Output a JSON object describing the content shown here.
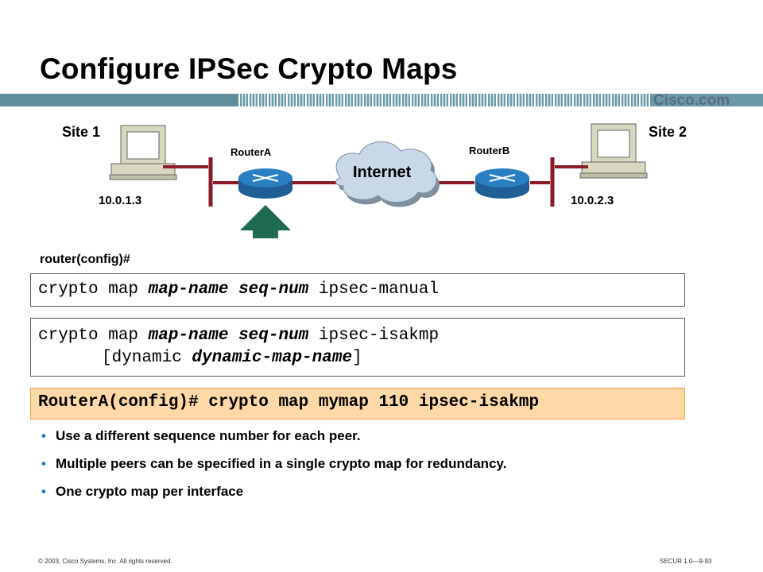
{
  "slide": {
    "title": "Configure IPSec Crypto Maps",
    "brand": "Cisco.com"
  },
  "diagram": {
    "site1": "Site 1",
    "site2": "Site 2",
    "router_a": "RouterA",
    "router_b": "RouterB",
    "cloud": "Internet",
    "ip_a": "10.0.1.3",
    "ip_b": "10.0.2.3"
  },
  "prompt": "router(config)#",
  "syntax1": {
    "cmd": "crypto map ",
    "arg1": "map-name",
    "arg2": "seq-num",
    "tail": " ipsec-manual"
  },
  "syntax2": {
    "cmd": "crypto map ",
    "arg1": "map-name",
    "arg2": "seq-num",
    "tail": " ipsec-isakmp",
    "line2_open": "[dynamic ",
    "line2_arg": "dynamic-map-name",
    "line2_close": "]"
  },
  "example": "RouterA(config)# crypto map mymap 110 ipsec-isakmp",
  "bullets": [
    "Use a different sequence number for each peer.",
    "Multiple peers can be specified in a single crypto map for redundancy.",
    "One crypto map per interface"
  ],
  "footer": {
    "copyright": "© 2003, Cisco Systems, Inc. All rights reserved.",
    "course": "SECUR 1.0—9-93"
  },
  "colors": {
    "title_bar": "#6a9aa8",
    "router": "#2a7fc0",
    "interface_line": "#8b1a2a",
    "arrow": "#1f6b4f",
    "example_bg": "#ffd8a8"
  }
}
